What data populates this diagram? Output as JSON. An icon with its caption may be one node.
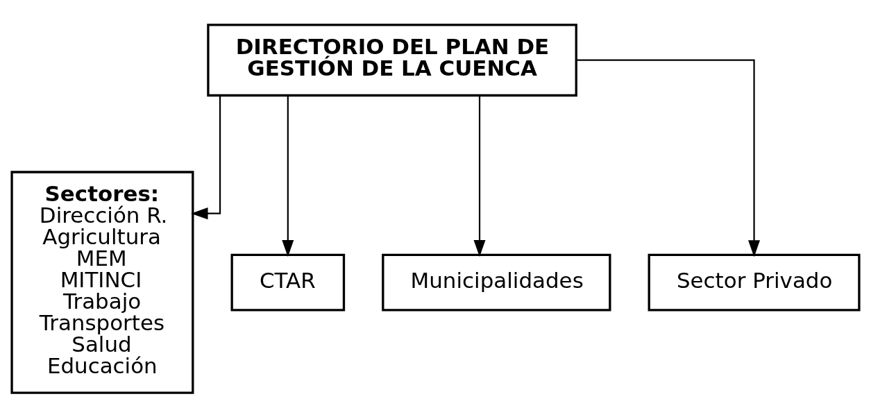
{
  "diagram": {
    "nodes": [
      {
        "text": [
          "DIRECTORIO DEL PLAN DE GESTIÓN DE LA CUENCA"
        ]
      },
      {
        "text": [
          "Sectores:",
          "Dirección R.",
          "Agricultura",
          "MEM",
          "MITINCI",
          "Trabajo",
          "Transportes",
          "Salud",
          "Educación"
        ]
      },
      {
        "text": [
          "CTAR"
        ]
      },
      {
        "text": [
          "Municipalidades"
        ]
      },
      {
        "text": [
          "Sector Privado"
        ]
      }
    ],
    "edges": [
      {
        "from": 0,
        "to": 1,
        "arrow": "to"
      },
      {
        "from": 0,
        "to": 2,
        "arrow": "to"
      },
      {
        "from": 0,
        "to": 3,
        "arrow": "to"
      },
      {
        "from": 0,
        "to": 4,
        "arrow": "to"
      }
    ]
  }
}
